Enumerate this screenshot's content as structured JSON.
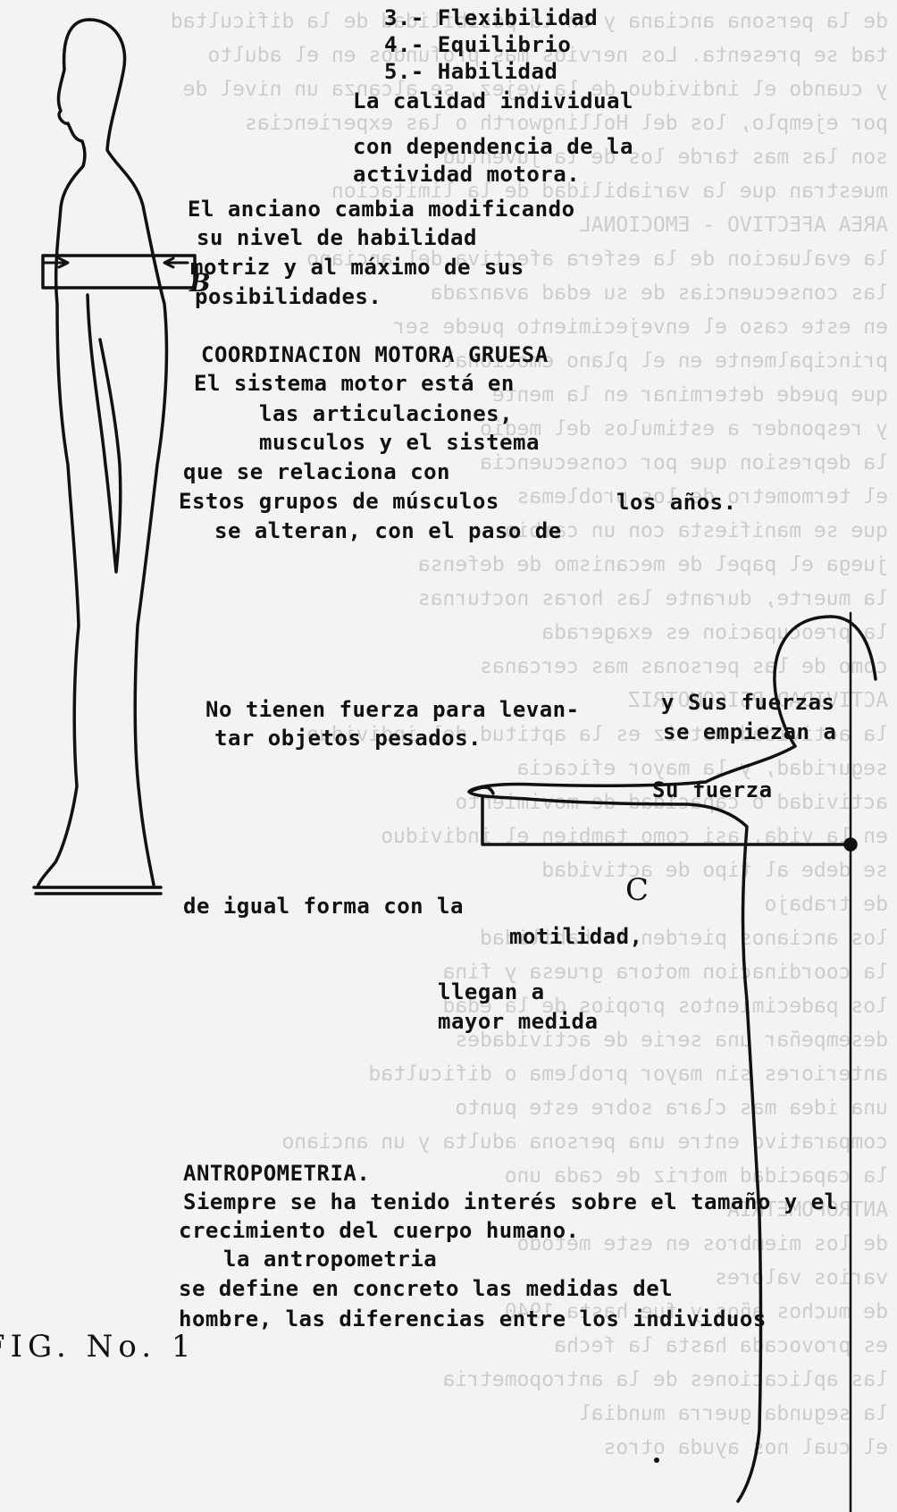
{
  "text_lines": [
    "3.- Flexibilidad",
    "4.- Equilibrio",
    "5.- Habilidad",
    "La calidad individual",
    "con dependencia de la",
    "actividad motora.",
    "El anciano cambia modificando",
    "su nivel de habilidad",
    "motriz y al máximo de sus",
    "posibilidades.",
    "COORDINACION MOTORA GRUESA",
    "El sistema motor está en",
    "las articulaciones,",
    "musculos y el sistema",
    "que se relaciona con",
    "Estos grupos de músculos",
    "se alteran, con el paso de",
    "los años.",
    "No tienen fuerza para levan-",
    "tar objetos pesados.",
    "y Sus fuerzas",
    "se empiezan a",
    "Su fuerza",
    "de igual forma con la",
    "motilidad,",
    "llegan a",
    "mayor medida",
    "ANTROPOMETRIA.",
    "Siempre se ha tenido interés sobre el tamaño y el",
    "crecimiento del cuerpo humano.",
    "la antropometria",
    "se define en concreto las medidas del",
    "hombre, las diferencias entre los individuos"
  ],
  "figure_labels": {
    "left_marker": "B",
    "right_marker": "C",
    "caption": "FIG. No. 1"
  },
  "ghost_lines": [
    "de la persona anciana y en la posibilidad de la dificultad",
    "tad se presenta. Los nervios mas profundos en el adulto",
    "y cuando el individuo de la vejez, se alcanza un nivel de",
    "por ejemplo, los del Hollingworth o las experiencias",
    "son las mas tarde los de la juventud",
    "muestran que la variabilidad de la limitacion",
    "AREA AFECTIVO - EMOCIONAL",
    "la evaluacion de la esfera afectiva del anciano",
    "las consecuencias de su edad avanzada",
    "en este caso el envejecimiento puede ser",
    "principalmente en el plano emocional",
    "que puede determinar en la mente",
    "y responder a estimulos del medio",
    "la depresion que por consecuencia",
    "el termometro de los problemas",
    "que se manifiesta con un cambio",
    "juega el papel de mecanismo de defensa",
    "la muerte, durante las horas nocturnas",
    "la preocupacion es exagerada",
    "como de las personas mas cercanas",
    "ACTIVIDAD PSICOMOTRIZ",
    "la actividad motriz es la aptitud del individuo",
    "seguridad, y la mayor eficacia",
    "actividad o capacidad de movimiento",
    "en la vida, asi como tambien el individuo",
    "se debe al tipo de actividad",
    "de trabajo",
    "los ancianos pierden la habilidad",
    "la coordinacion motora gruesa y fina",
    "los padecimientos propios de la edad",
    "desempeñar una serie de actividades",
    "anteriores sin mayor problema o dificultad",
    "una idea mas clara sobre este punto",
    "comparativo entre una persona adulta y un anciano",
    "la capacidad motriz de cada uno",
    "ANTROPOMETRIA",
    "de los miembros en este metodo",
    "varios valores",
    "de muchos años y fue hasta 1940",
    "es provocada hasta la fecha",
    "las aplicaciones de la antropometria",
    "la segunda guerra mundial",
    "el cual nos ayuda otros"
  ],
  "colors": {
    "paper": "#f3f3f1",
    "ink": "#111111",
    "ghost_ink": "#222222"
  }
}
